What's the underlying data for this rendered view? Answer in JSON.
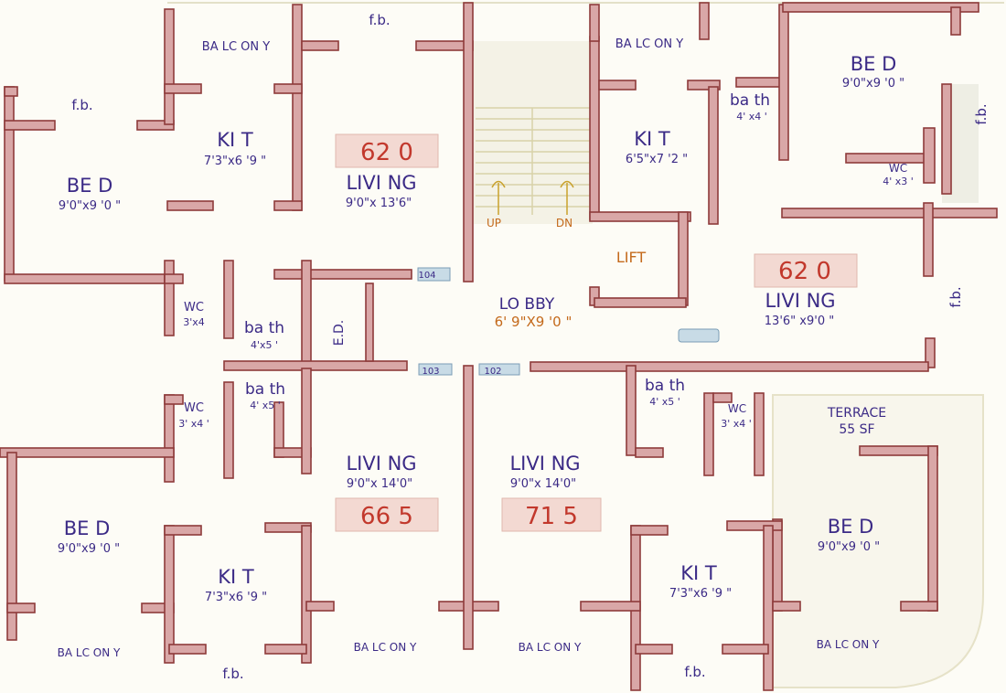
{
  "units": {
    "nw": {
      "balcony": "BA LC ON Y",
      "fb": "f.b.",
      "kitchen": "KI T",
      "kitchen_dim": "7'3\"x6  '9 \"",
      "bed": "BE D",
      "bed_dim": "9'0\"x9  '0 \"",
      "area": "62  0",
      "living": "LIVI  NG",
      "living_dim": "9'0\"x  13'6\"",
      "wc": "WC",
      "wc_dim": "3'x4",
      "bath": "ba th",
      "bath_dim": "4'x5 '",
      "ed": "E.D."
    },
    "ne": {
      "balcony": "BA LC ON Y",
      "kitchen": "KI T",
      "kitchen_dim": "6'5\"x7  '2 \"",
      "bath": "ba th",
      "bath_dim": "4' x4 '",
      "bed": "BE D",
      "bed_dim": "9'0\"x9  '0 \"",
      "fb_right": "f.b.",
      "wc": "WC",
      "wc_dim": "4' x3 '",
      "lift": "LIFT",
      "area": "62  0",
      "living": "LIVI  NG",
      "living_dim": "13'6\"  x9'0  \"",
      "fb_mid": "f.b."
    },
    "sw": {
      "wc": "WC",
      "wc_dim": "3' x4 '",
      "bath": "ba th",
      "bath_dim": "4' x5 '",
      "bed": "BE D",
      "bed_dim": "9'0\"x9  '0 \"",
      "kitchen": "KI T",
      "kitchen_dim": "7'3\"x6  '9 \"",
      "living": "LIVI  NG",
      "living_dim": "9'0\"x  14'0\"",
      "area": "66  5",
      "balcony_left": "BA LC ON Y",
      "balcony_mid": "BA LC ON Y",
      "fb": "f.b."
    },
    "se": {
      "living": "LIVI  NG",
      "living_dim": "9'0\"x  14'0\"",
      "area": "71  5",
      "bath": "ba th",
      "bath_dim": "4' x5 '",
      "wc": "WC",
      "wc_dim": "3' x4 '",
      "terrace": "TERRACE",
      "terrace_area": "55  SF",
      "bed": "BE D",
      "bed_dim": "9'0\"x9  '0 \"",
      "kitchen": "KI T",
      "kitchen_dim": "7'3\"x6  '9 \"",
      "balcony_mid": "BA LC ON Y",
      "balcony_right": "BA LC ON Y",
      "fb": "f.b."
    }
  },
  "core": {
    "lobby": "LO BBY",
    "lobby_dim": "6' 9\"X9  '0 \"",
    "up": "UP",
    "dn": "DN",
    "door_104": "104",
    "door_103": "103",
    "door_102": "102"
  },
  "colors": {
    "wall_fill": "#d9a7a7",
    "wall_stroke": "#8e3b3b",
    "label": "#3b2a86",
    "area_text": "#c2382c",
    "area_bg": "#f3d9d2",
    "stair": "#c46a1c"
  }
}
